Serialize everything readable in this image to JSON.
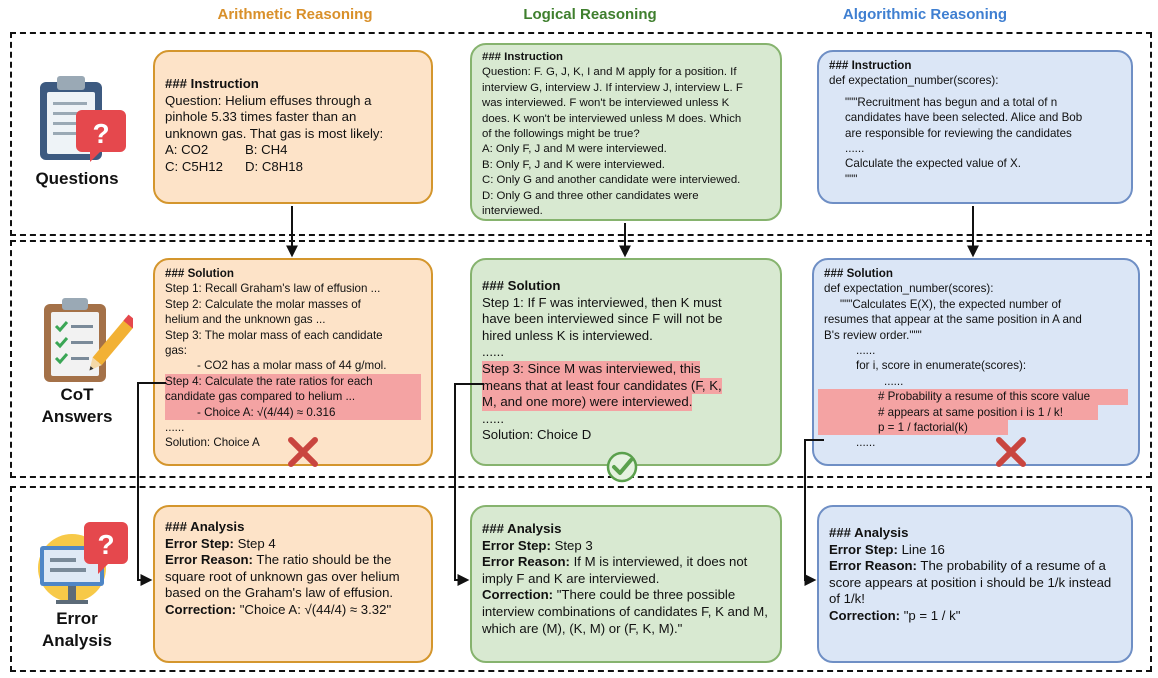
{
  "columns": {
    "arithmetic": {
      "title": "Arithmetic Reasoning",
      "color": "#d9902a"
    },
    "logical": {
      "title": "Logical Reasoning",
      "color": "#3f7f2e"
    },
    "algorithmic": {
      "title": "Algorithmic Reasoning",
      "color": "#3f7fd1"
    }
  },
  "rows": {
    "questions": {
      "label": "Questions"
    },
    "cot": {
      "label_line1": "CoT",
      "label_line2": "Answers"
    },
    "error": {
      "label_line1": "Error",
      "label_line2": "Analysis"
    }
  },
  "arithmetic": {
    "instruction": {
      "heading": "### Instruction",
      "lines": [
        "Question: Helium effuses through a",
        "pinhole 5.33 times faster than an",
        "unknown gas. That gas is most likely:"
      ],
      "options": [
        "A: CO2",
        "B: CH4",
        "C: C5H12",
        "D: C8H18"
      ]
    },
    "solution": {
      "heading": "### Solution",
      "lines": [
        "Step 1: Recall Graham's law of effusion ...",
        "Step 2: Calculate the molar masses of",
        "helium and the unknown gas ...",
        "Step 3: The molar mass of each candidate",
        "gas:",
        "- CO2 has a molar mass of 44 g/mol."
      ],
      "highlight": [
        "Step 4: Calculate the rate ratios for each",
        "candidate gas compared to helium ...",
        "- Choice A: √(4/44) ≈ 0.316"
      ],
      "ellipsis": "......",
      "final": "Solution: Choice A"
    },
    "analysis": {
      "heading": "### Analysis",
      "step_label": "Error Step:",
      "step_value": "Step 4",
      "reason_label": "Error Reason:",
      "reason_text": "The ratio should be the square root of unknown gas over helium based on the Graham's law of effusion.",
      "correction_label": "Correction:",
      "correction_text": "\"Choice A: √(44/4) ≈ 3.32\""
    }
  },
  "logical": {
    "instruction": {
      "heading": "### Instruction",
      "lines": [
        "Question: F. G, J, K, I and M apply for a position. If",
        "interview G, interview J. If interview J, interview L. F",
        "was interviewed. F won't be interviewed unless K",
        "does. K won't be interviewed unless M does. Which",
        "of the followings might be true?",
        "A: Only F, J and M were interviewed.",
        "B: Only F, J and K were interviewed.",
        "C: Only G and another candidate were interviewed.",
        "D: Only G and three other candidates were",
        "interviewed."
      ]
    },
    "solution": {
      "heading": "### Solution",
      "lines": [
        "Step 1: If F was interviewed, then K must",
        "have been interviewed since F will not be",
        "hired unless K is interviewed.",
        "......"
      ],
      "highlight": [
        "Step 3: Since M was interviewed, this",
        "means that at least four candidates (F, K,",
        "M, and one more) were interviewed."
      ],
      "ellipsis": "......",
      "final": "Solution: Choice D"
    },
    "analysis": {
      "heading": "### Analysis",
      "step_label": "Error Step:",
      "step_value": "Step 3",
      "reason_label": "Error Reason:",
      "reason_text": "If M is interviewed, it does not imply F and K are interviewed.",
      "correction_label": "Correction:",
      "correction_text": "\"There could be three possible interview combinations of candidates F, K and M, which are (M), (K, M) or (F, K, M).\""
    }
  },
  "algorithmic": {
    "instruction": {
      "heading": "### Instruction",
      "def_line": "def expectation_number(scores):",
      "doc_lines": [
        "\"\"\"Recruitment has begun and a total of n",
        "candidates have been selected. Alice and Bob",
        "are responsible for reviewing the candidates",
        "......",
        "Calculate the expected value of X.",
        "\"\"\""
      ]
    },
    "solution": {
      "heading": "### Solution",
      "def_line": "def expectation_number(scores):",
      "doc_line1": "\"\"\"Calculates E(X), the expected number of",
      "doc_line2": "resumes  that appear at the same position in A and",
      "doc_line3": "B's review        order.\"\"\"",
      "ellipsis1": "......",
      "for_line": "for i, score in enumerate(scores):",
      "ellipsis2": "......",
      "highlight": [
        "# Probability a resume of this score value",
        "# appears at same position i is 1 / k!",
        "p = 1 / factorial(k)"
      ],
      "ellipsis3": "......"
    },
    "analysis": {
      "heading": "### Analysis",
      "step_label": "Error Step:",
      "step_value": "Line 16",
      "reason_label": "Error Reason:",
      "reason_text": "The probability of a resume of a score appears at position i should be 1/k instead of 1/k!",
      "correction_label": "Correction:",
      "correction_text": "\"p = 1 / k\""
    }
  },
  "colors": {
    "wrong_mark": "#c9453f",
    "check_mark": "#5aa04c",
    "arrow": "#111111"
  }
}
